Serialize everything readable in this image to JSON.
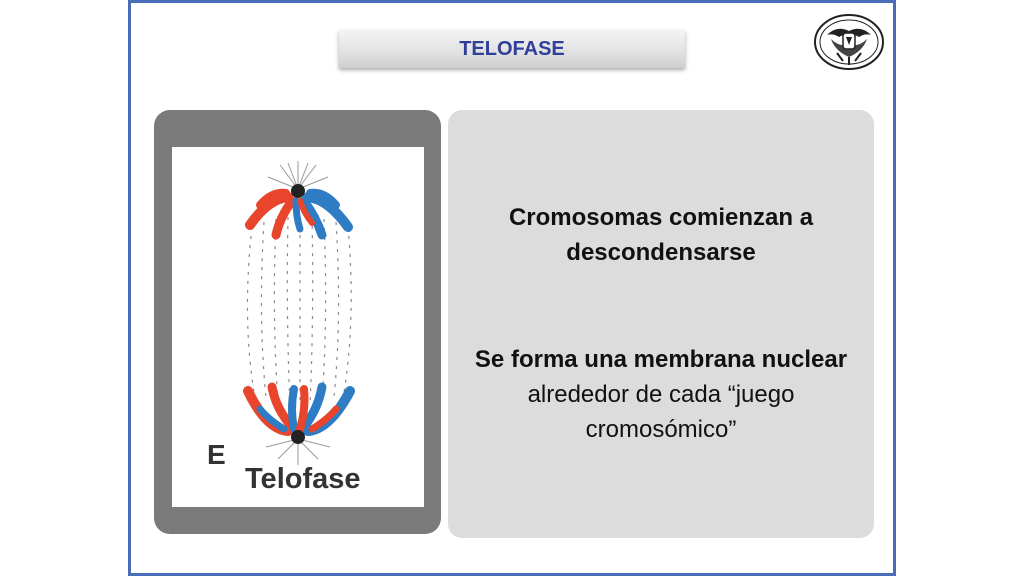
{
  "title": "TELOFASE",
  "image": {
    "letter": "E",
    "caption": "Telofase"
  },
  "content": {
    "paragraph1": "Cromosomas comienzan a descondensarse",
    "paragraph2_bold": "Se forma una membrana nuclear",
    "paragraph2_rest": " alrededor de cada “juego cromosómico”"
  },
  "icons": {
    "seal": "university-seal-icon"
  },
  "colors": {
    "frame_border": "#4a6bb8",
    "title_text": "#2f3f9a",
    "left_panel": "#7a7a7a",
    "right_panel": "#dcdcdc",
    "chromosome_red": "#e8452c",
    "chromosome_blue": "#2e7cc4"
  }
}
